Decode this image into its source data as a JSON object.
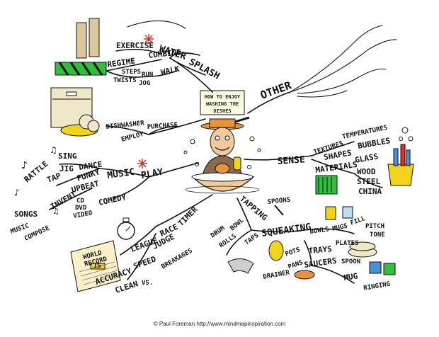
{
  "center": {
    "title_line1": "HOW TO ENJOY",
    "title_line2": "WASHING THE",
    "title_line3": "DISHES"
  },
  "branches": {
    "water": [
      "WATER",
      "SPLASH",
      "EXERCISE",
      "COMBINE",
      "REGIME",
      "STEPS",
      "RUN",
      "WALK",
      "TWISTS",
      "JOG"
    ],
    "dishwasher": [
      "DISHWASHER",
      "EMPLOY",
      "PURCHASE"
    ],
    "other": [
      "OTHER"
    ],
    "music": [
      "SING",
      "DANCE",
      "RATTLE",
      "JIG",
      "TAP",
      "FUNKY",
      "MUSIC",
      "PLAY",
      "UPBEAT",
      "INVENT",
      "CD",
      "DVD",
      "VIDEO",
      "COMEDY",
      "SONGS",
      "MUSIC",
      "COMPOSE"
    ],
    "sense": [
      "SENSE",
      "TEXTURES",
      "TEMPERATURES",
      "SHAPES",
      "BUBBLES",
      "MATERIALS",
      "GLASS",
      "WOOD",
      "STEEL",
      "CHINA"
    ],
    "race": [
      "WORLD",
      "RECORD",
      "IS",
      "LEAGUE",
      "RACE",
      "TIMER",
      "JUDGE",
      "SPEED",
      "BREAKAGES",
      "ACCURACY",
      "CLEAN",
      "VS."
    ],
    "tapping": [
      "TAPPING",
      "SPOONS",
      "DRUM",
      "BOWL",
      "ROLLS",
      "TAPS",
      "SQUEAKING",
      "BOWLS",
      "MUGS",
      "FILL",
      "PITCH",
      "TONE",
      "PLATES",
      "TRAYS",
      "POTS",
      "PANS",
      "SAUCERS",
      "SPOON",
      "DRAINER",
      "MUG",
      "RINGING"
    ]
  },
  "credit": "© Paul Foreman http://www.mindmapinspiration.com",
  "colors": {
    "ink": "#111111",
    "green": "#2fbf3a",
    "yellow": "#f2d21b",
    "orange": "#e8923a",
    "red": "#d8332a",
    "blue": "#4a8fd8",
    "skin": "#f3c89a"
  }
}
